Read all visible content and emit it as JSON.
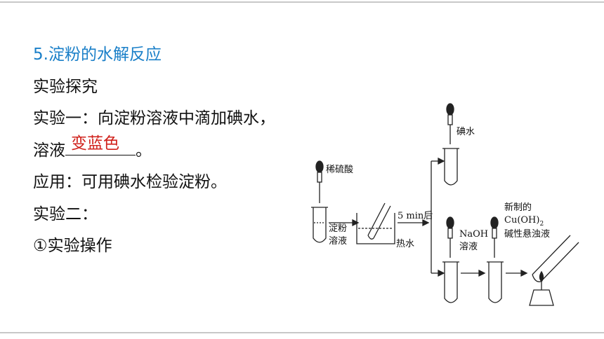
{
  "heading": "5.淀粉的水解反应",
  "section": "实验探究",
  "exp1_line1": "实验一：向淀粉溶液中滴加碘水，",
  "exp1_prefix": "溶液",
  "exp1_answer": "变蓝色",
  "exp1_suffix": "。",
  "application": "应用：可用碘水检验淀粉。",
  "exp2": "实验二：",
  "operation": "①实验操作",
  "diagram": {
    "reagent_acid": "稀硫酸",
    "solution_l1": "淀粉",
    "solution_l2": "溶液",
    "hot_water": "热水",
    "time": "5 min后",
    "iodine": "碘水",
    "naoh_l1": "NaOH",
    "naoh_l2": "溶液",
    "cu_l1": "新制的",
    "cu_l2": "Cu(OH)",
    "cu_l2_sub": "2",
    "cu_l3": "碱性悬浊液"
  },
  "colors": {
    "heading": "#1a7fc8",
    "answer": "#d0211b",
    "rule": "#c8c8c8"
  }
}
